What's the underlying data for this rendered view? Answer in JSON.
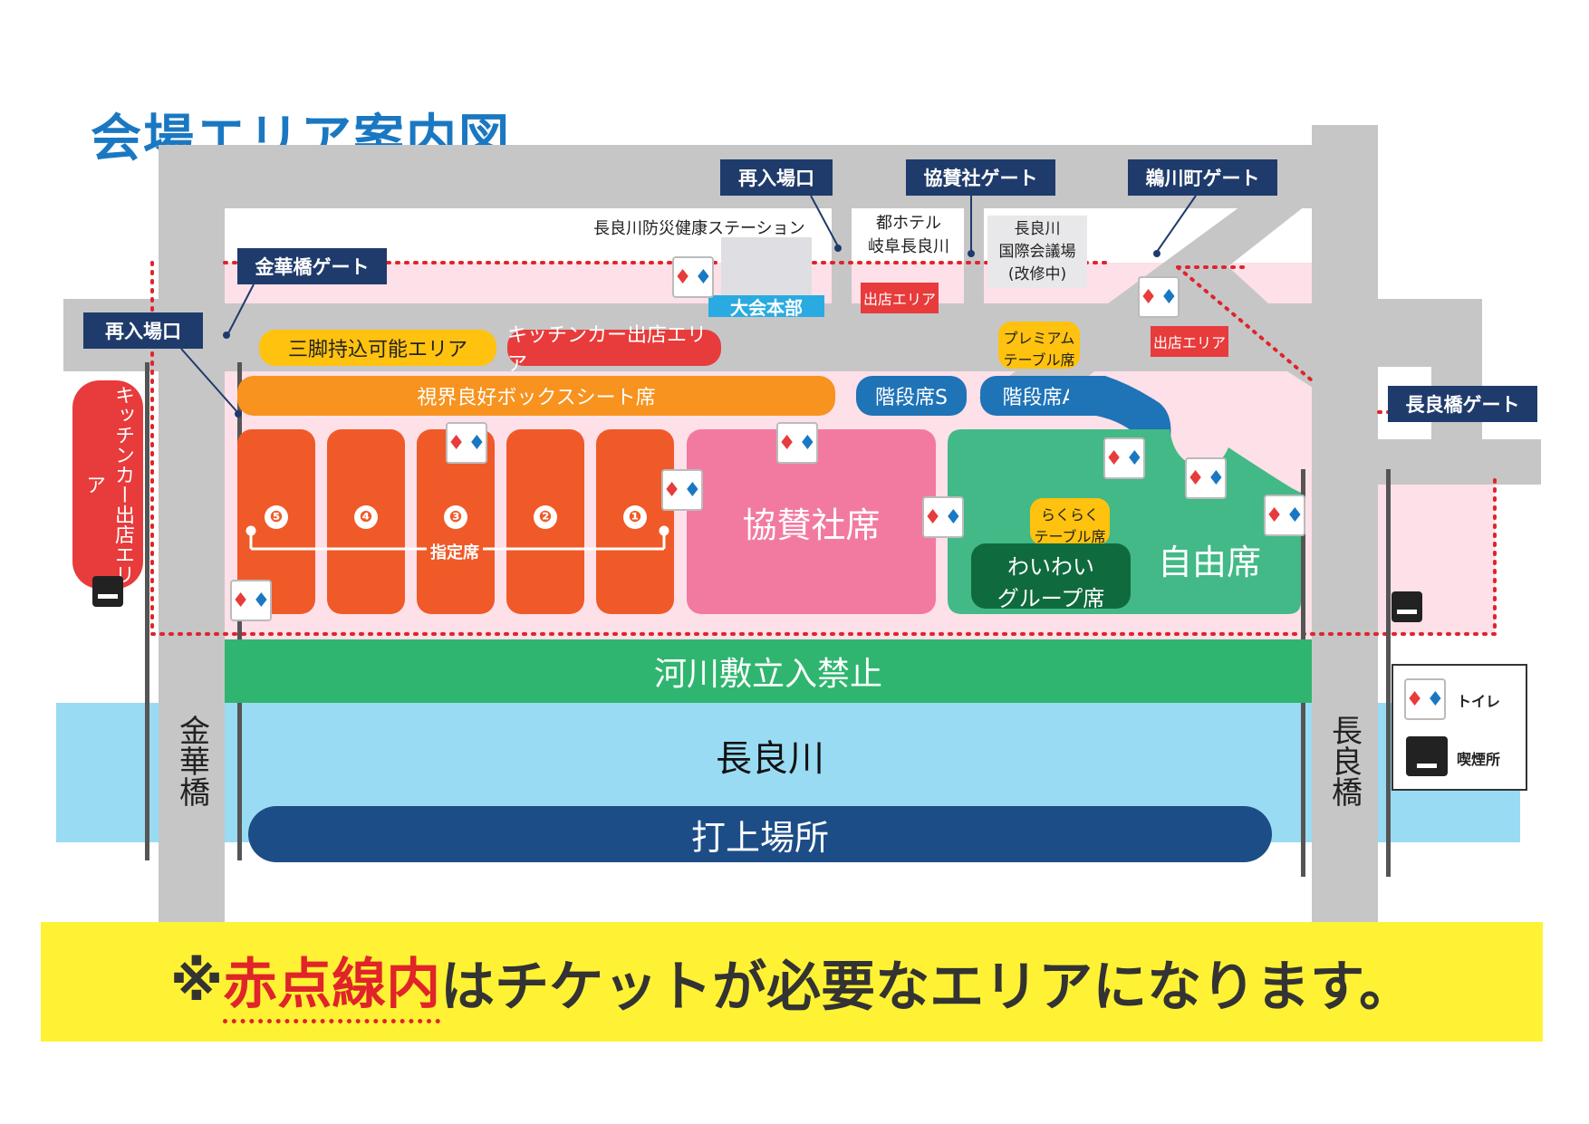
{
  "title": "会場エリア案内図",
  "gates": {
    "reentry_top": "再入場口",
    "reentry_left": "再入場口",
    "kyosan_gate": "協賛社ゲート",
    "ukawa_gate": "鵜川町ゲート",
    "kinka_gate": "金華橋ゲート",
    "nagara_gate": "長良橋ゲート"
  },
  "buildings": {
    "station": "長良川防災健康ステーション",
    "hq": "大会本部",
    "hotel_line1": "都ホテル",
    "hotel_line2": "岐阜長良川",
    "convention_line1": "長良川",
    "convention_line2": "国際会議場",
    "convention_line3": "(改修中)",
    "shop_area_top": "出店エリア",
    "shop_area_right": "出店エリア",
    "kitchen_car_side": "キッチンカー出店エリア"
  },
  "areas": {
    "tripod": "三脚持込可能エリア",
    "kitchen_car": "キッチンカー出店エリア",
    "premium_line1": "プレミアム",
    "premium_line2": "テーブル席",
    "box_seat": "視界良好ボックスシート席",
    "stair_s": "階段席S",
    "stair_a": "階段席A",
    "reserved_nums": [
      "❺",
      "❹",
      "❸",
      "❷",
      "❶"
    ],
    "reserved": "指定席",
    "sponsor": "協賛社席",
    "rakuraku_line1": "らくらく",
    "rakuraku_line2": "テーブル席",
    "waiwai_line1": "わいわい",
    "waiwai_line2": "グループ席",
    "free": "自由席",
    "no_entry": "河川敷立入禁止",
    "river": "長良川",
    "launch": "打上場所"
  },
  "bridges": {
    "kinka": "金華橋",
    "nagara": "長良橋"
  },
  "legend": {
    "toilet": "トイレ",
    "smoking": "喫煙所"
  },
  "notice": {
    "prefix": "※",
    "highlight": "赤点線内",
    "rest": "はチケットが必要なエリアになります。"
  },
  "colors": {
    "title_blue": "#1a78c2",
    "gate_navy": "#1f3b6b",
    "road_gray": "#c6c6c7",
    "ticket_pink": "#fde0e8",
    "reserved_orange": "#f05a28",
    "sponsor_pink": "#f27aa0",
    "free_green": "#42b987",
    "no_entry_green": "#2fb56f",
    "river_blue": "#99dbf3",
    "launch_navy": "#1d4d87",
    "notice_yellow": "#fff234",
    "dotted_red": "#e0242a"
  },
  "icons": [
    "toilet-icon",
    "smoking-icon"
  ]
}
